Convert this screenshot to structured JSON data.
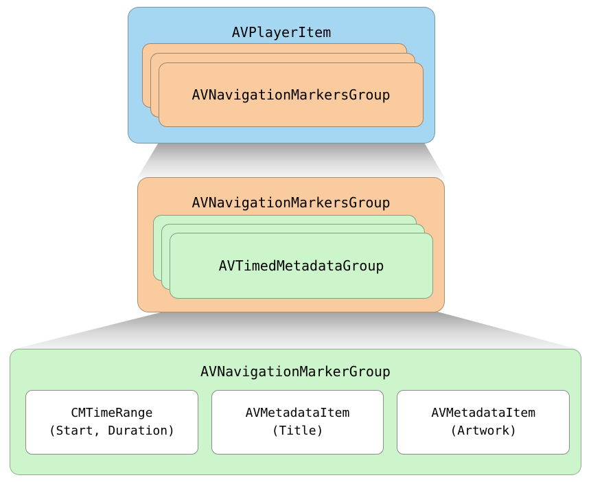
{
  "top": {
    "container_label": "AVPlayerItem",
    "card_label": "AVNavigationMarkersGroup",
    "stack_count": 3
  },
  "middle": {
    "container_label": "AVNavigationMarkersGroup",
    "card_label": "AVTimedMetadataGroup",
    "stack_count": 3
  },
  "bottom": {
    "container_label": "AVNavigationMarkerGroup",
    "items": [
      {
        "title": "CMTimeRange",
        "subtitle": "(Start, Duration)"
      },
      {
        "title": "AVMetadataItem",
        "subtitle": "(Title)"
      },
      {
        "title": "AVMetadataItem",
        "subtitle": "(Artwork)"
      }
    ]
  },
  "colors": {
    "blue_fill": "#a6d7f2",
    "orange_fill": "#f9cb9e",
    "green_fill": "#ccf5cc",
    "funnel_gray_top": "#9f9f9f",
    "funnel_gray_bottom": "#f5f5f5"
  }
}
